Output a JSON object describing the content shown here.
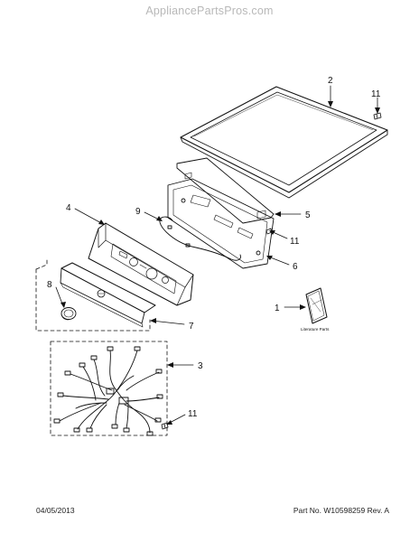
{
  "watermark": "AppliancePartsPros.com",
  "footer": {
    "date": "04/05/2013",
    "part_rev": "Part No. W10598259  Rev. A"
  },
  "callouts": {
    "c1": "1",
    "c2": "2",
    "c3": "3",
    "c4": "4",
    "c5": "5",
    "c6": "6",
    "c7": "7",
    "c8": "8",
    "c9": "9",
    "c11a": "11",
    "c11b": "11",
    "c11c": "11"
  },
  "literature_label": "Literature Parts"
}
